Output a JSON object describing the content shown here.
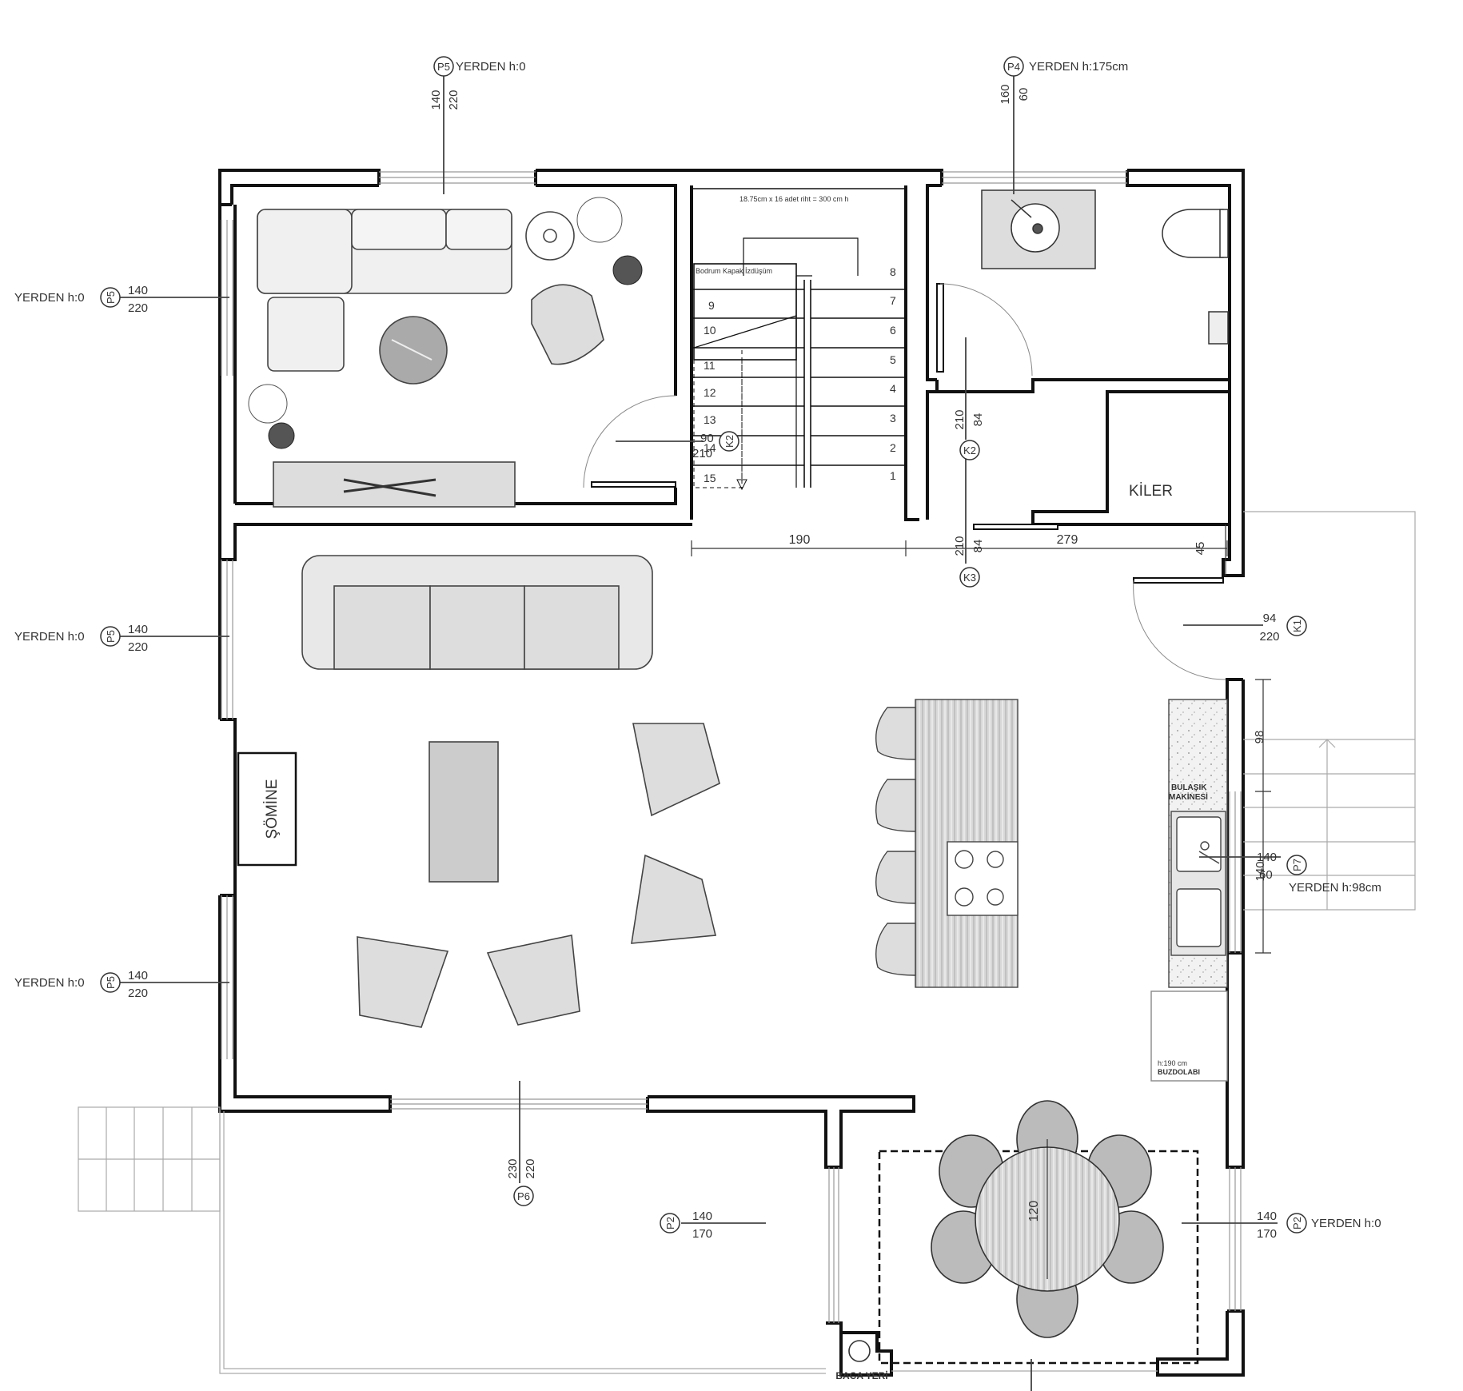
{
  "stair": {
    "note": "18.75cm x 16 adet riht = 300 cm h",
    "projection_label": "Bodrum Kapak İzdüşüm",
    "steps_right": [
      "8",
      "7",
      "6",
      "5",
      "4",
      "3",
      "2",
      "1"
    ],
    "steps_left": [
      "9",
      "10",
      "11",
      "12",
      "13",
      "14",
      "15"
    ]
  },
  "rooms": {
    "pantry": "KİLER",
    "fireplace": "ŞÖMİNE",
    "chimney": "BACA YERİ",
    "dishwasher_line1": "BULAŞIK",
    "dishwasher_line2": "MAKİNESİ",
    "fridge_height": "h:190 cm",
    "fridge": "BUZDOLABI"
  },
  "dimensions": {
    "stair_width": "190",
    "hall_length": "279",
    "wall_offset": "45",
    "counter_98": "98",
    "counter_140": "140",
    "table_diameter": "120"
  },
  "tags": {
    "P5": "P5",
    "P4": "P4",
    "P6": "P6",
    "P2": "P2",
    "P7": "P7",
    "K1": "K1",
    "K2": "K2",
    "K3": "K3"
  },
  "openings": {
    "p5_top": {
      "label": "YERDEN h:0",
      "width": "140",
      "height": "220"
    },
    "p4_top": {
      "label": "YERDEN h:175cm",
      "width": "160",
      "height": "60"
    },
    "p5_left_1": {
      "label": "YERDEN h:0",
      "width": "140",
      "height": "220"
    },
    "p5_left_2": {
      "label": "YERDEN h:0",
      "width": "140",
      "height": "220"
    },
    "p5_left_3": {
      "label": "YERDEN h:0",
      "width": "140",
      "height": "220"
    },
    "k2_living": {
      "width": "90",
      "height": "210"
    },
    "k2_bath": {
      "width": "84",
      "height": "210"
    },
    "k3": {
      "width": "84",
      "height": "210"
    },
    "k1": {
      "width": "94",
      "height": "220"
    },
    "p7": {
      "label": "YERDEN h:98cm",
      "width": "140",
      "height": "60"
    },
    "p6": {
      "width": "230",
      "height": "220"
    },
    "p2_terrace": {
      "width": "140",
      "height": "170"
    },
    "p2_right": {
      "label": "YERDEN h:0",
      "width": "140",
      "height": "170"
    }
  }
}
